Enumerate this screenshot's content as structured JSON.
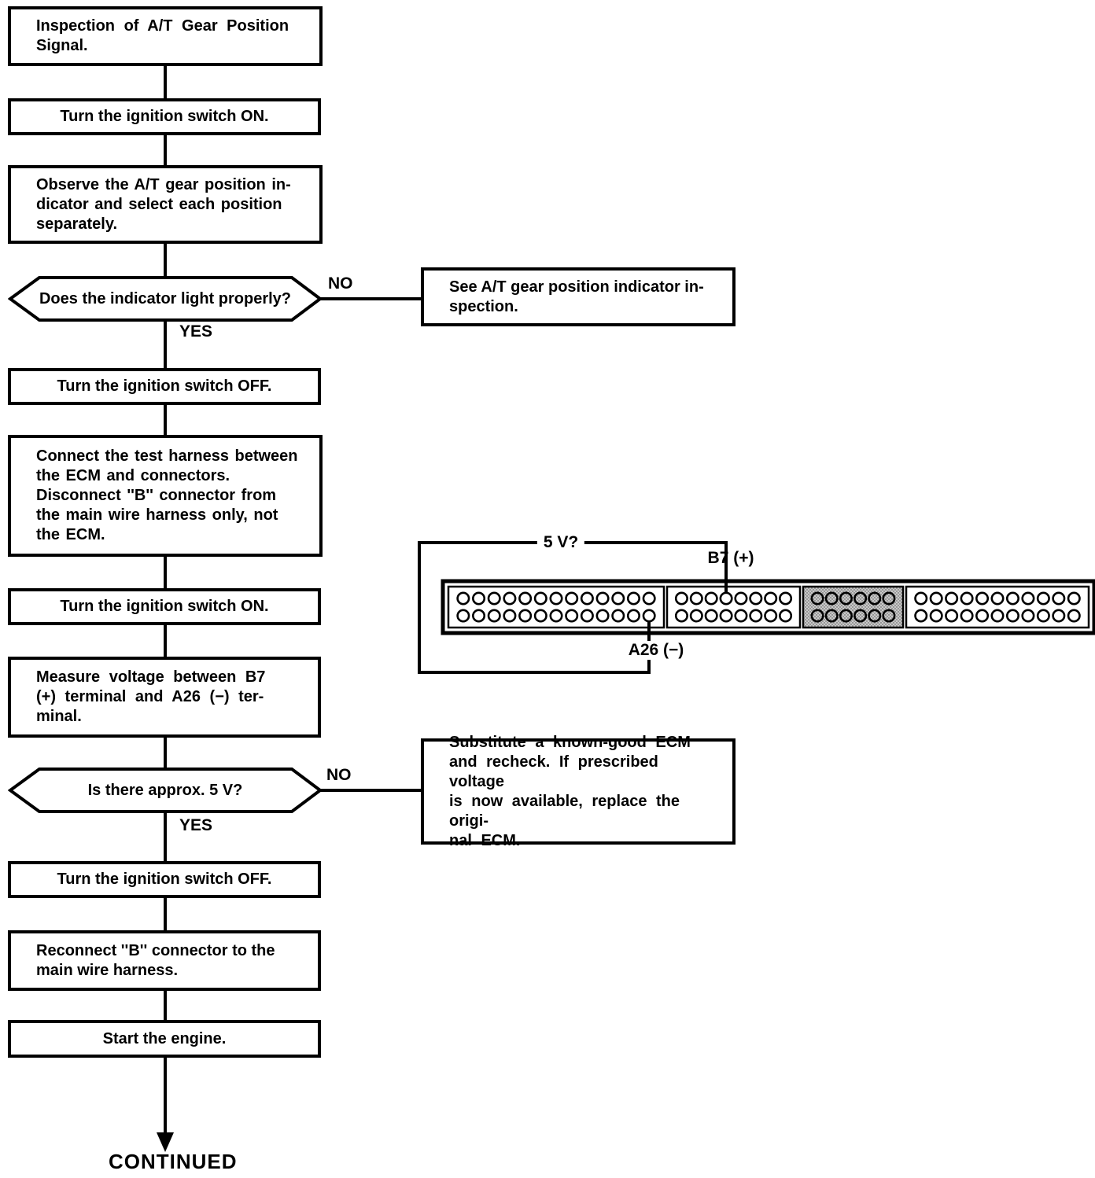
{
  "flow": {
    "title": "Inspection of A/T Gear Position\nSignal.",
    "ignition_on_1": "Turn the ignition switch ON.",
    "observe": "Observe the A/T gear position in-\ndicator and select each position\nseparately.",
    "decision_indicator": "Does the indicator light properly?",
    "decision_indicator_no": "NO",
    "decision_indicator_yes": "YES",
    "see_inspection": "See A/T gear position indicator in-\nspection.",
    "ignition_off_1": "Turn the ignition switch OFF.",
    "connect_harness": "Connect the test harness between\nthe ECM and connectors.\nDisconnect ''B'' connector from\nthe main wire harness only, not\nthe ECM.",
    "ignition_on_2": "Turn the ignition switch ON.",
    "measure_voltage": "Measure voltage between B7\n(+) terminal and A26 (−) ter-\nminal.",
    "decision_voltage": "Is there approx. 5 V?",
    "decision_voltage_no": "NO",
    "decision_voltage_yes": "YES",
    "substitute_ecm": "Substitute a known-good ECM\nand recheck. If prescribed voltage\nis now available, replace the origi-\nnal ECM.",
    "ignition_off_2": "Turn the ignition switch OFF.",
    "reconnect": "Reconnect ''B'' connector to the\nmain wire harness.",
    "start_engine": "Start the engine.",
    "continued": "CONTINUED"
  },
  "connector": {
    "labels": {
      "voltage": "5 V?",
      "positive": "B7 (+)",
      "negative": "A26 (−)"
    },
    "sections": [
      {
        "rows": 2,
        "cols": 13,
        "shaded": false
      },
      {
        "rows": 2,
        "cols": 8,
        "shaded": false
      },
      {
        "rows": 2,
        "cols": 6,
        "shaded": true
      },
      {
        "rows": 2,
        "cols": 11,
        "shaded": false
      }
    ],
    "probe_points": {
      "positive": {
        "section": 1,
        "row": 0,
        "col": 3
      },
      "negative": {
        "section": 0,
        "row": 1,
        "col": 12
      }
    }
  }
}
